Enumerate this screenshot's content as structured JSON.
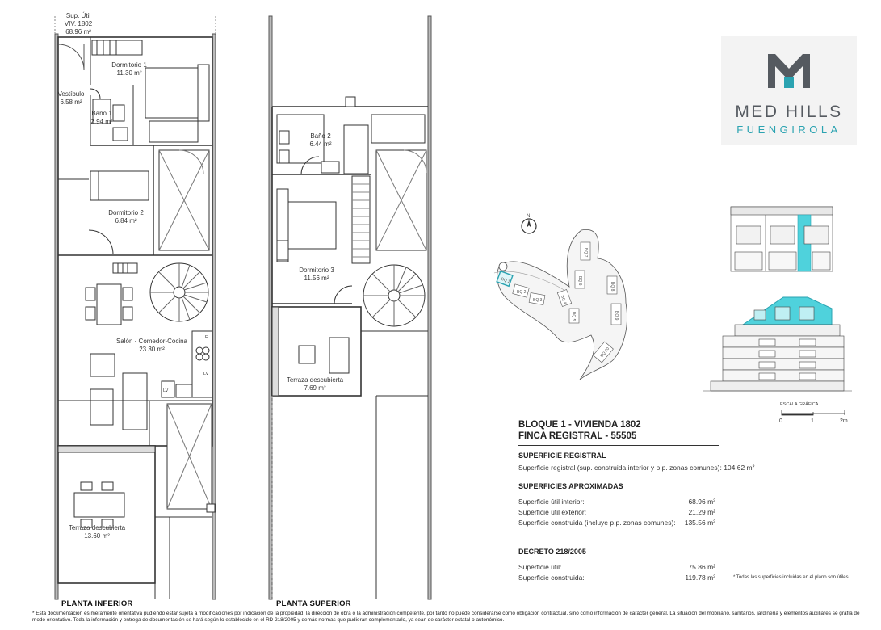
{
  "plan_inferior": {
    "title": "PLANTA INFERIOR",
    "rooms": [
      {
        "id": "sup-util",
        "name": "Sup. Útil\nVIV. 1802",
        "area": "68.96 m²"
      },
      {
        "id": "dormitorio-1",
        "name": "Dormitorio 1",
        "area": "11.30 m²"
      },
      {
        "id": "vestibulo",
        "name": "Vestíbulo",
        "area": "6.58 m²"
      },
      {
        "id": "bano-1",
        "name": "Baño 1",
        "area": "2.94 m²"
      },
      {
        "id": "dormitorio-2",
        "name": "Dormitorio 2",
        "area": "6.84 m²"
      },
      {
        "id": "salon",
        "name": "Salón - Comedor-Cocina",
        "area": "23.30 m²"
      },
      {
        "id": "terraza-inf",
        "name": "Terraza descubierta",
        "area": "13.60 m²"
      }
    ],
    "appliance_codes": {
      "f": "F",
      "lv": "LV",
      "lv2": "LV"
    }
  },
  "plan_superior": {
    "title": "PLANTA SUPERIOR",
    "rooms": [
      {
        "id": "bano-2",
        "name": "Baño 2",
        "area": "6.44 m²"
      },
      {
        "id": "dormitorio-3",
        "name": "Dormitorio 3",
        "area": "11.56 m²"
      },
      {
        "id": "terraza-sup",
        "name": "Terraza descubierta",
        "area": "7.69 m²"
      }
    ]
  },
  "brand": {
    "name": "MED HILLS",
    "sub": "FUENGIROLA",
    "accent": "#2ba3b1",
    "mark_color": "#555a60"
  },
  "site_map": {
    "north": "N",
    "blocks": [
      "BQ 1",
      "BQ 2",
      "BQ 3",
      "BQ 4",
      "BQ 5",
      "BQ 6",
      "BQ 7",
      "BQ 8",
      "BQ 9",
      "BQ 10"
    ],
    "highlight_color": "#4fd2dc"
  },
  "scale": {
    "title": "ESCALA GRÁFICA",
    "ticks": [
      "0",
      "1",
      "2m"
    ]
  },
  "info": {
    "title_line1": "BLOQUE 1 - VIVIENDA 1802",
    "title_line2": "FINCA REGISTRAL - 55505",
    "registral": {
      "heading": "SUPERFICIE REGISTRAL",
      "label": "Superficie registral (sup. construida interior y p.p. zonas comunes):",
      "value": "104.62 m²"
    },
    "aproximadas": {
      "heading": "SUPERFICIES APROXIMADAS",
      "rows": [
        {
          "label": "Superficie útil interior:",
          "value": "68.96 m²"
        },
        {
          "label": "Superficie útil exterior:",
          "value": "21.29 m²"
        },
        {
          "label": "Superficie construida (incluye p.p. zonas comunes):",
          "value": "135.56 m²"
        }
      ]
    },
    "decreto": {
      "heading": "DECRETO 218/2005",
      "rows": [
        {
          "label": "Superficie útil:",
          "value": "75.86 m²"
        },
        {
          "label": "Superficie construida:",
          "value": "119.78 m²"
        }
      ],
      "note": "* Todas las superficies incluidas en el plano son útiles."
    }
  },
  "footer": "* Esta documentación es meramente orientativa pudiendo estar sujeta a modificaciones por indicación de la propiedad, la dirección de obra o la administración competente, por tanto no puede considerarse como obligación contractual, sino como información de carácter general. La situación del mobiliario, sanitarios, jardinería y elementos auxiliares se grafía de modo orientativo. Toda la información y entrega de documentación se hará según lo establecido en el RD 218/2005 y demás normas que pudieran complementarlo, ya sean de carácter estatal o autonómico."
}
